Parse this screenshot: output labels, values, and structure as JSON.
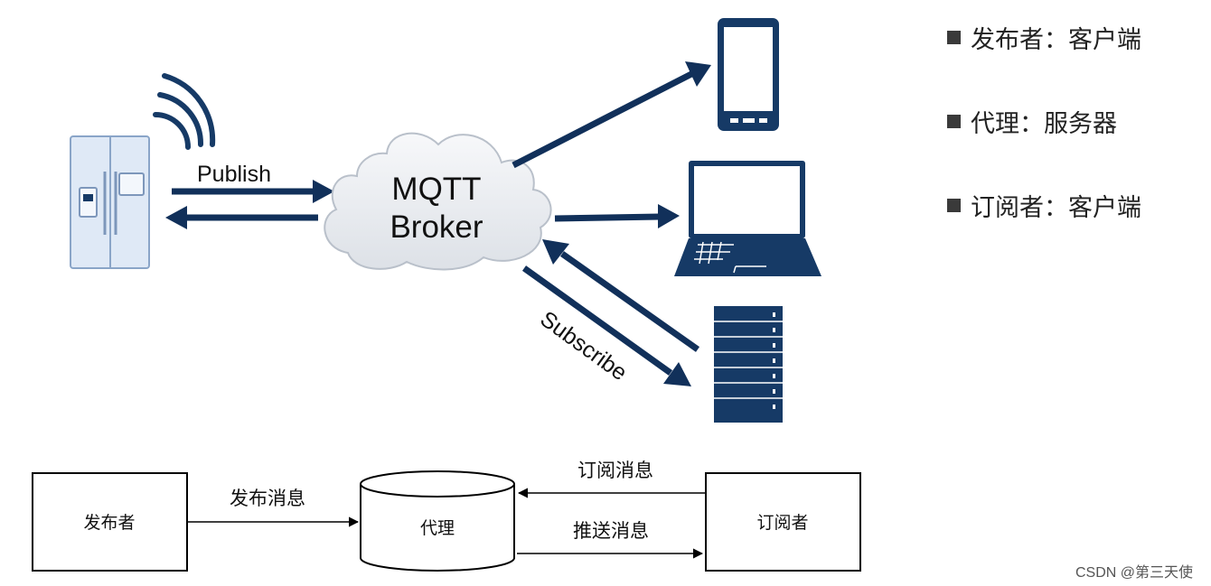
{
  "top_diagram": {
    "publish_label": "Publish",
    "subscribe_label": "Subscribe",
    "broker_line1": "MQTT",
    "broker_line2": "Broker",
    "devices": [
      "refrigerator-icon",
      "smartphone-icon",
      "laptop-icon",
      "server-rack-icon"
    ]
  },
  "legend": {
    "items": [
      {
        "text": "发布者：客户端"
      },
      {
        "text": "代理：服务器"
      },
      {
        "text": "订阅者：客户端"
      }
    ]
  },
  "bottom_diagram": {
    "publisher": "发布者",
    "broker": "代理",
    "subscriber": "订阅者",
    "publish_msg": "发布消息",
    "subscribe_msg": "订阅消息",
    "push_msg": "推送消息"
  },
  "watermark": "CSDN @第三天使",
  "colors": {
    "arrow": "#11305a",
    "device": "#163a66",
    "fridge_fill": "#dfe9f6",
    "cloud_fill": "#eef0f4"
  }
}
